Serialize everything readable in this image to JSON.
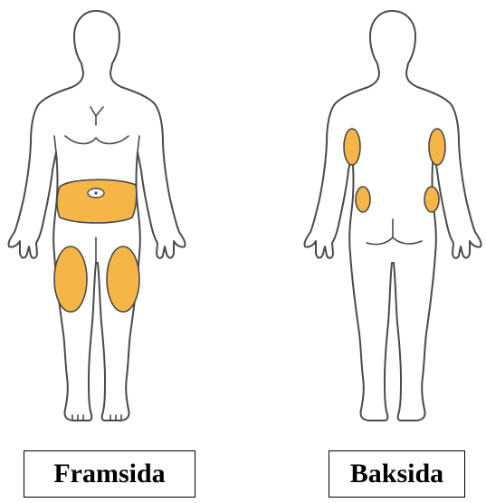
{
  "labels": {
    "front": "Framsida",
    "back": "Baksida"
  },
  "colors": {
    "injection_zone": "#f5b547",
    "outline": "#4a4a4a",
    "box_border": "#000000"
  },
  "figures": [
    {
      "name": "front-figure",
      "view": "front",
      "highlighted_zones": [
        "abdomen",
        "left-thigh",
        "right-thigh"
      ]
    },
    {
      "name": "back-figure",
      "view": "back",
      "highlighted_zones": [
        "left-upper-arm",
        "right-upper-arm",
        "left-buttock",
        "right-buttock"
      ]
    }
  ]
}
